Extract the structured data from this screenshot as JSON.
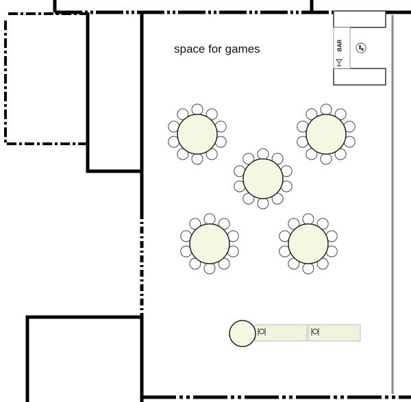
{
  "floorplan": {
    "title": "",
    "room_label": "space for games",
    "bar_label": "BAR",
    "colors": {
      "wall": "#000000",
      "thin_wall": "#888888",
      "table_fill": "#f6f7e2",
      "rect_table_fill": "#f2f3df",
      "rect_table_stroke": "#bbbbbb",
      "chair_stroke": "#444444",
      "background": "#ffffff"
    },
    "round_tables": [
      {
        "id": "table-1",
        "chairs": 10
      },
      {
        "id": "table-2",
        "chairs": 10
      },
      {
        "id": "table-3",
        "chairs": 10
      },
      {
        "id": "table-4",
        "chairs": 10
      },
      {
        "id": "table-5",
        "chairs": 10
      }
    ],
    "head_tables": [
      {
        "id": "head-round",
        "shape": "round"
      },
      {
        "id": "head-rect-1",
        "shape": "rect",
        "icon": "place-setting-icon"
      },
      {
        "id": "head-rect-2",
        "shape": "rect",
        "icon": "place-setting-icon"
      }
    ],
    "bar_icons": [
      "cocktail-glass-icon",
      "bottle-icon"
    ]
  }
}
